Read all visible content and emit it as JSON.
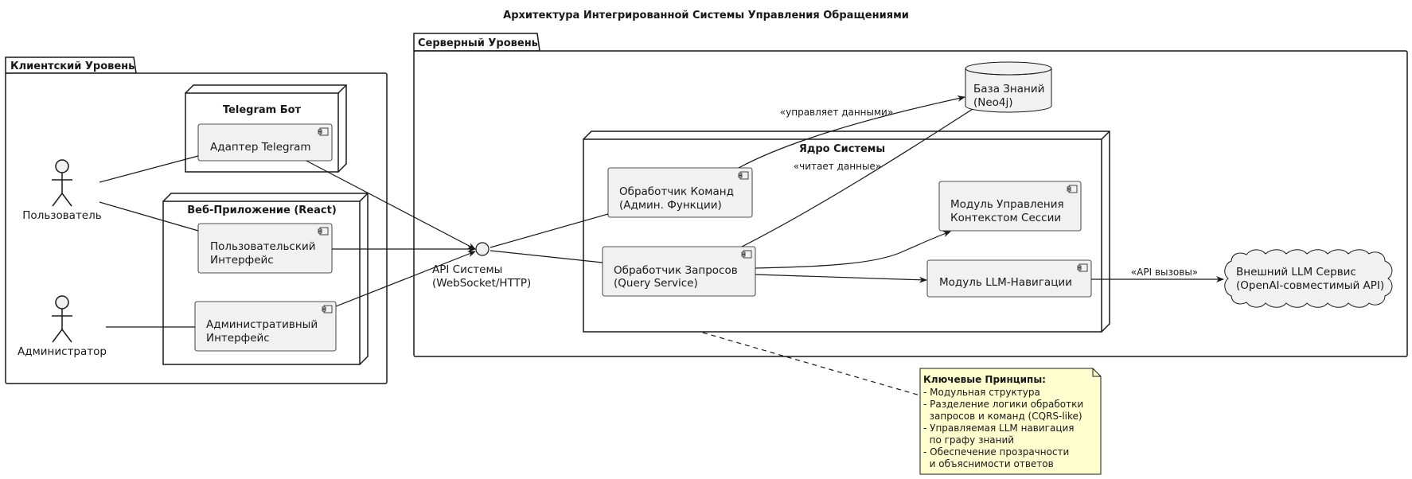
{
  "title": "Архитектура Интегрированной Системы Управления Обращениями",
  "packages": {
    "client": "Клиентский Уровень",
    "server": "Серверный Уровень"
  },
  "nodes": {
    "telegram": "Telegram Бот",
    "web": "Веб-Приложение (React)",
    "core": "Ядро Системы"
  },
  "actors": {
    "user": "Пользователь",
    "admin": "Администратор"
  },
  "components": {
    "telegram_adapter": "Адаптер Telegram",
    "user_ui": [
      "Пользовательский",
      "Интерфейс"
    ],
    "admin_ui": [
      "Административный",
      "Интерфейс"
    ],
    "command_handler": [
      "Обработчик Команд",
      "(Админ. Функции)"
    ],
    "query_handler": [
      "Обработчик Запросов",
      "(Query Service)"
    ],
    "session_module": [
      "Модуль Управления",
      "Контекстом Сессии"
    ],
    "llm_module": "Модуль LLM-Навигации"
  },
  "api": [
    "API Системы",
    "(WebSocket/HTTP)"
  ],
  "database": [
    "База Знаний",
    "(Neo4j)"
  ],
  "external": [
    "Внешний LLM Сервис",
    "(OpenAI-совместимый API)"
  ],
  "edges": {
    "manages_data": "«управляет данными»",
    "reads_data": "«читает данные»",
    "api_calls": "«API вызовы»"
  },
  "note": {
    "heading": "Ключевые Принципы:",
    "lines": [
      "- Модульная структура",
      "- Разделение логики обработки",
      "  запросов и команд (CQRS-like)",
      "- Управляемая LLM навигация",
      "  по графу знаний",
      "- Обеспечение прозрачности",
      "  и объяснимости ответов"
    ]
  }
}
